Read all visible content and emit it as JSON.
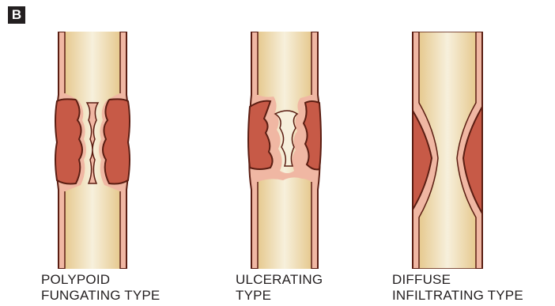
{
  "panel_label": "B",
  "colors": {
    "lumen_light": "#f5ecd4",
    "lumen_mid": "#ecd6a6",
    "wall_pink": "#f0b7a3",
    "outline": "#5a1d12",
    "tumor": "#c75a47",
    "tumor_dark": "#a94634",
    "background": "#ffffff"
  },
  "figures": [
    {
      "id": "polypoid",
      "icon": "polypoid-fungating-tumor-icon",
      "caption": [
        "POLYPOID",
        "FUNGATING TYPE"
      ]
    },
    {
      "id": "ulcerating",
      "icon": "ulcerating-tumor-icon",
      "caption": [
        "ULCERATING",
        "TYPE"
      ]
    },
    {
      "id": "diffuse",
      "icon": "diffuse-infiltrating-tumor-icon",
      "caption": [
        "DIFFUSE",
        "INFILTRATING TYPE"
      ]
    }
  ]
}
